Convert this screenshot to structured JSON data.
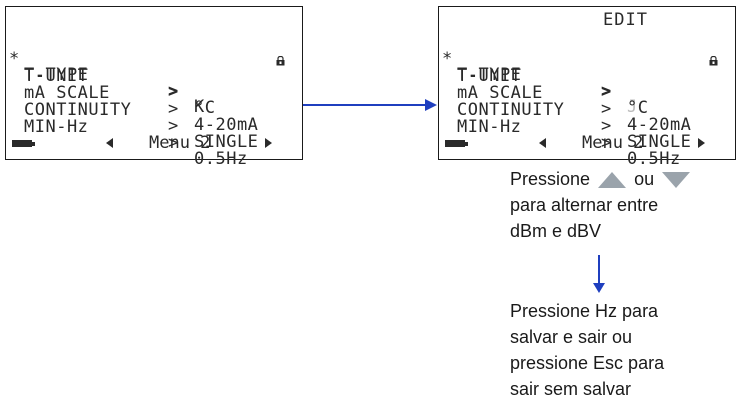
{
  "screen_left": {
    "rows": [
      {
        "marker": "*",
        "label": "T-TYPE",
        "sep": ">",
        "value": "K"
      },
      {
        "marker": "",
        "label": "T-UNIT",
        "sep": ">",
        "value": "°C"
      },
      {
        "marker": "",
        "label": "mA SCALE",
        "sep": ">",
        "value": "4-20mA"
      },
      {
        "marker": "",
        "label": "CONTINUITY",
        "sep": ">",
        "value": "SINGLE"
      },
      {
        "marker": "",
        "label": "MIN-Hz",
        "sep": ">",
        "value": "0.5Hz"
      }
    ],
    "menu_label": "Menu 2"
  },
  "screen_right": {
    "header": "EDIT",
    "rows": [
      {
        "marker": "*",
        "label": "T-TYPE",
        "sep": ">",
        "value": "J"
      },
      {
        "marker": "",
        "label": "T-UNIT",
        "sep": ">",
        "value": "°C"
      },
      {
        "marker": "",
        "label": "mA SCALE",
        "sep": ">",
        "value": "4-20mA"
      },
      {
        "marker": "",
        "label": "CONTINUITY",
        "sep": ">",
        "value": "SINGLE"
      },
      {
        "marker": "",
        "label": "MIN-Hz",
        "sep": ">",
        "value": "0.5Hz"
      }
    ],
    "menu_label": "Menu 2"
  },
  "caption1": {
    "part1": "Pressione",
    "part2": "ou",
    "line2": "para alternar entre",
    "line3": "dBm e dBV"
  },
  "caption2": {
    "line1": "Pressione Hz para",
    "line2": "salvar e sair ou",
    "line3": "pressione Esc para",
    "line4": "sair sem salvar"
  },
  "colors": {
    "arrow": "#1f3fbf",
    "lcd_text": "#2a2a2a",
    "key_icon": "#9aa3ab"
  }
}
